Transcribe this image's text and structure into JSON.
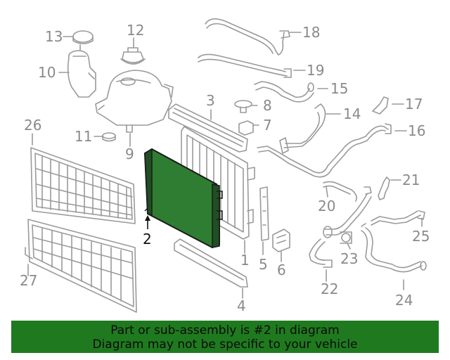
{
  "diagram": {
    "highlighted_part": "2",
    "highlight_color": "#2f7d32",
    "line_color": "#9a9a9a",
    "callouts": {
      "p1": "1",
      "p2": "2",
      "p3": "3",
      "p4": "4",
      "p5": "5",
      "p6": "6",
      "p7": "7",
      "p8": "8",
      "p9": "9",
      "p10": "10",
      "p11": "11",
      "p12": "12",
      "p13": "13",
      "p14": "14",
      "p15": "15",
      "p16": "16",
      "p17": "17",
      "p18": "18",
      "p19": "19",
      "p20": "20",
      "p21": "21",
      "p22": "22",
      "p23": "23",
      "p24": "24",
      "p25": "25",
      "p26": "26",
      "p27": "27"
    }
  },
  "footer": {
    "line1": "Part or sub-assembly is #2 in diagram",
    "line2": "Diagram may not be specific to your vehicle",
    "background": "#1f7a1f"
  }
}
